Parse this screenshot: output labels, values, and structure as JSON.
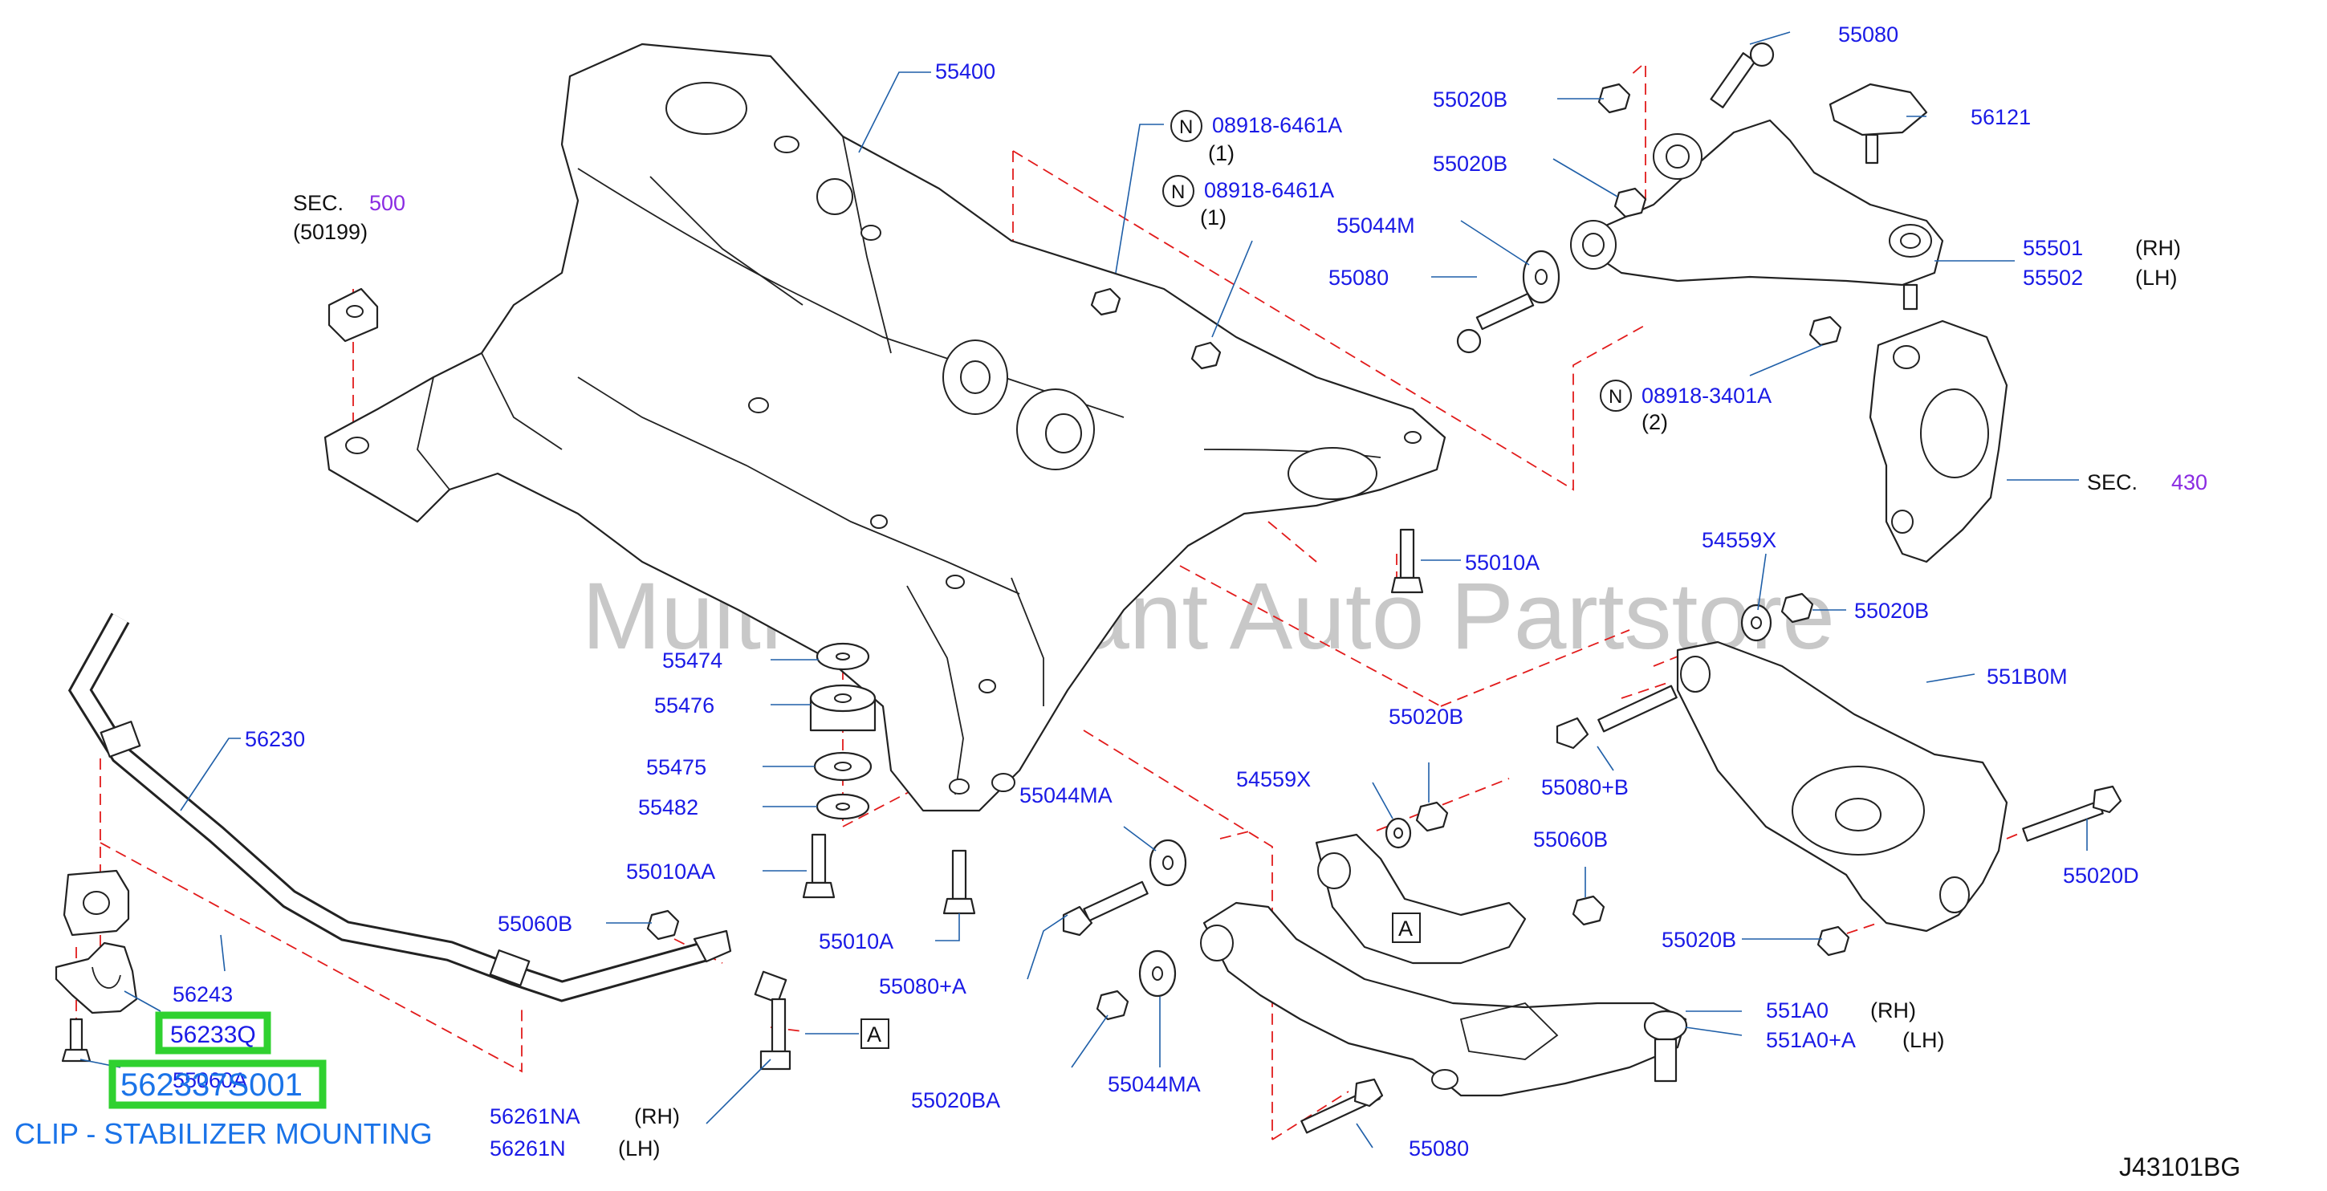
{
  "watermark": "Multi-Merchant Auto Partstore",
  "diagram_code": "J43101BG",
  "highlight": {
    "part_number": "56233Q",
    "oem_number": "562337S001",
    "description": "CLIP - STABILIZER MOUNTING"
  },
  "sections": [
    {
      "label": "SEC.",
      "number": "500",
      "sub": "(50199)"
    },
    {
      "label": "SEC.",
      "number": "430"
    }
  ],
  "n_badge": "N",
  "notes": {
    "q1": "(1)",
    "q2": "(1)",
    "q3": "(2)",
    "rh": "(RH)",
    "lh": "(LH)"
  },
  "ref_letter": "A",
  "callouts": {
    "c55400": "55400",
    "c55080_top": "55080",
    "c56121": "56121",
    "c55020B_1": "55020B",
    "c55020B_2": "55020B",
    "c08918_1": "08918-6461A",
    "c08918_2": "08918-6461A",
    "c55044M": "55044M",
    "c55080_mid": "55080",
    "c55501": "55501",
    "c55502": "55502",
    "c08918_3": "08918-3401A",
    "c55010A_1": "55010A",
    "c54559X_1": "54559X",
    "c55020B_3": "55020B",
    "c551B0M": "551B0M",
    "c55080B": "55080+B",
    "c55474": "55474",
    "c55476": "55476",
    "c55475": "55475",
    "c55482": "55482",
    "c55010AA": "55010AA",
    "c55010A_2": "55010A",
    "c56230": "56230",
    "c55044MA_1": "55044MA",
    "c54559X_2": "54559X",
    "c55020B_4": "55020B",
    "c55060B_1": "55060B",
    "c55020D": "55020D",
    "c55020B_5": "55020B",
    "c55060B_2": "55060B",
    "c56243": "56243",
    "c55060A": "55060A",
    "c55080A": "55080+A",
    "c55020BA": "55020BA",
    "c55044MA_2": "55044MA",
    "c551A0": "551A0",
    "c551A0A": "551A0+A",
    "c56261NA": "56261NA",
    "c56261N": "56261N",
    "c55080_bot": "55080"
  }
}
